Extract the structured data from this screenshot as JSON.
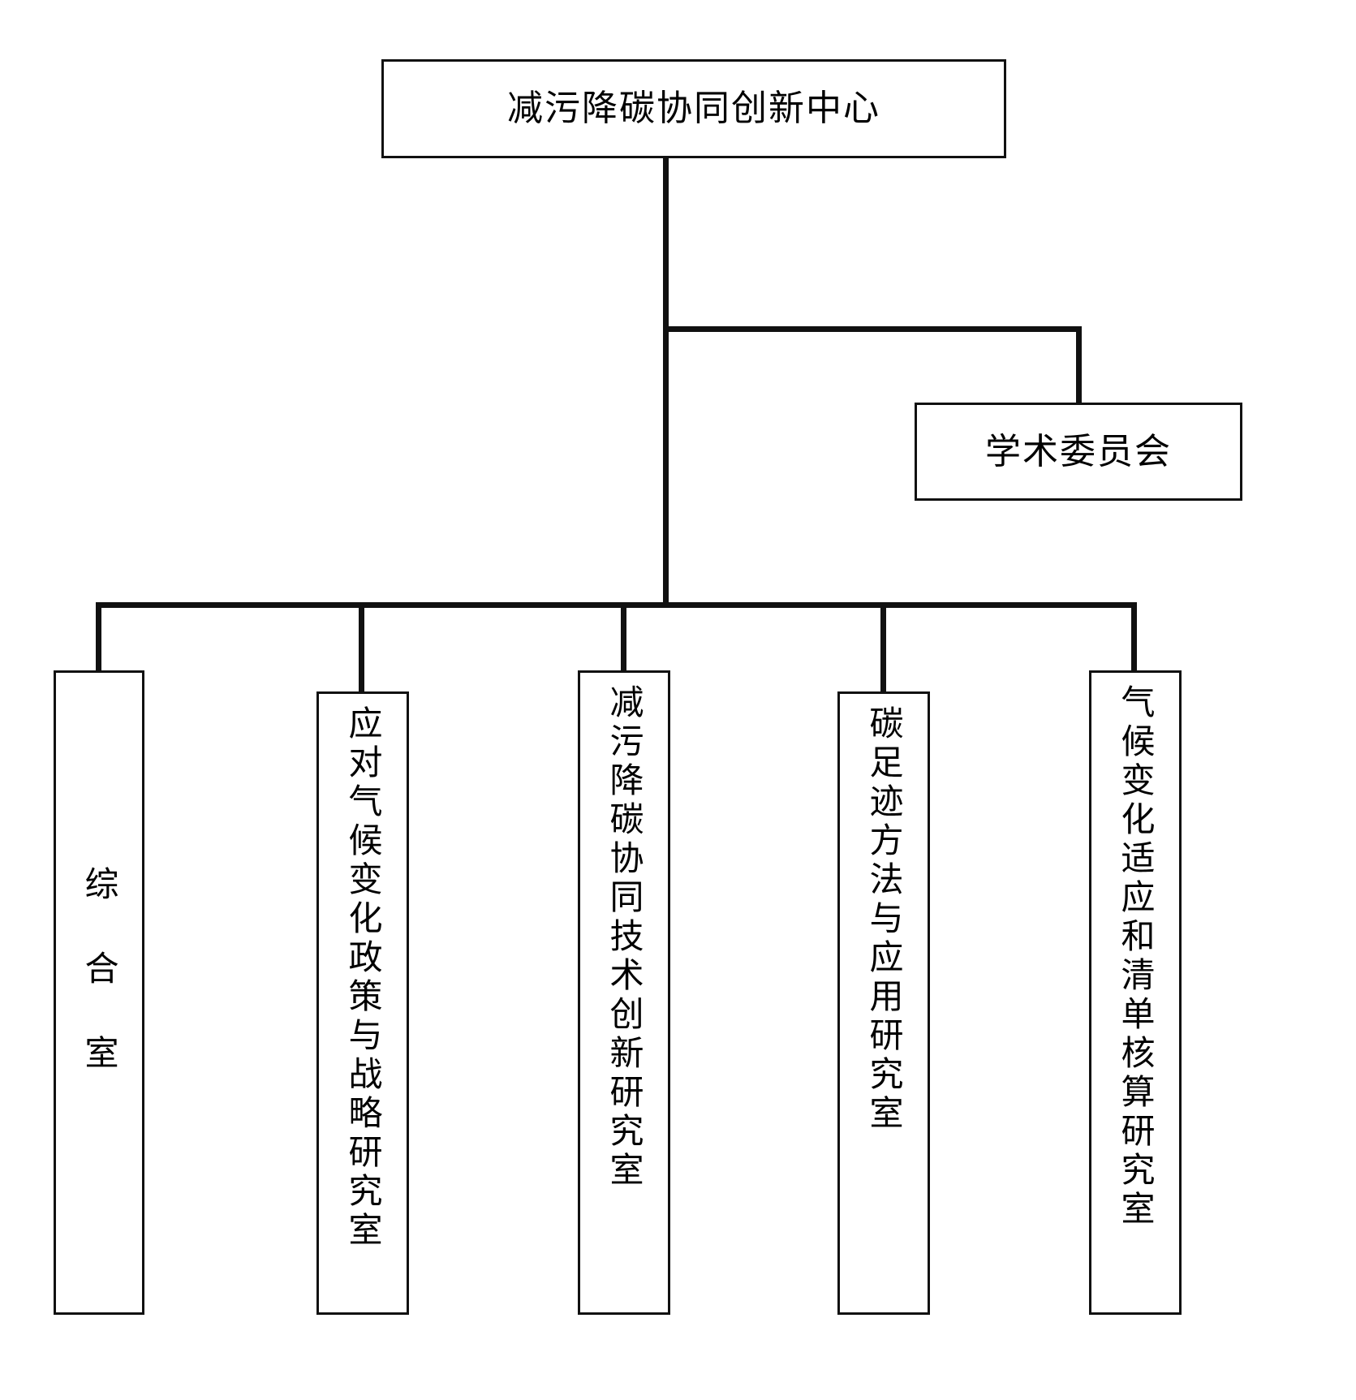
{
  "diagram": {
    "type": "organization-chart",
    "title_node": {
      "id": "center",
      "label": "减污降碳协同创新中心"
    },
    "advisory_node": {
      "id": "academic-committee",
      "label": "学术委员会"
    },
    "departments": [
      {
        "id": "general-office",
        "label": "综合室"
      },
      {
        "id": "climate-policy",
        "label": "应对气候变化政策与战略研究室"
      },
      {
        "id": "tech-innovation",
        "label": "减污降碳协同技术创新研究室"
      },
      {
        "id": "carbon-footprint",
        "label": "碳足迹方法与应用研究室"
      },
      {
        "id": "adaptation-inventory",
        "label": "气候变化适应和清单核算研究室"
      }
    ],
    "colors": {
      "background": "#ffffff",
      "stroke": "#111111",
      "text": "#000000"
    }
  }
}
